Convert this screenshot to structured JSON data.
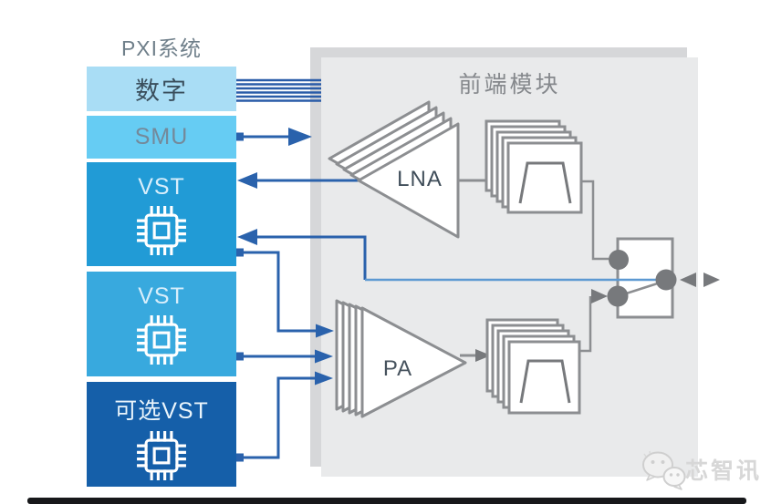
{
  "pxi_system": {
    "title": "PXI系统",
    "blocks": [
      {
        "id": "digital",
        "label": "数字",
        "bg": "#a9ddf5",
        "has_chip_icon": false
      },
      {
        "id": "smu",
        "label": "SMU",
        "bg": "#66ccf3",
        "has_chip_icon": false
      },
      {
        "id": "vst-1",
        "label": "VST",
        "bg": "#219bd6",
        "has_chip_icon": true
      },
      {
        "id": "vst-2",
        "label": "VST",
        "bg": "#38a9de",
        "has_chip_icon": true
      },
      {
        "id": "vst-optional",
        "label": "可选VST",
        "bg": "#155fa9",
        "has_chip_icon": true
      }
    ]
  },
  "frontend_module": {
    "title": "前端模块",
    "amplifiers": [
      {
        "id": "lna",
        "label": "LNA",
        "style": "stacked left-pointing amplifier triangles"
      },
      {
        "id": "pa",
        "label": "PA",
        "style": "stacked right-pointing amplifier triangles"
      }
    ],
    "filters": [
      {
        "id": "rx-filter",
        "style": "stacked band-pass filter squares"
      },
      {
        "id": "tx-filter",
        "style": "stacked band-pass filter squares"
      }
    ],
    "switch": {
      "id": "antenna-switch",
      "ports": 3,
      "bidirectional_port_arrow": true
    }
  },
  "connections": [
    {
      "from": "digital",
      "to": "frontend-module",
      "type": "multi-line digital bus"
    },
    {
      "from": "smu",
      "to": "frontend-module",
      "type": "right arrow"
    },
    {
      "from": "lna",
      "to": "vst-1",
      "type": "left arrow"
    },
    {
      "from": "antenna-switch",
      "to": "vst-1",
      "type": "left arrow via long blue line"
    },
    {
      "from": "vst-1",
      "to": "pa",
      "type": "right arrow"
    },
    {
      "from": "vst-2",
      "to": "pa",
      "type": "right arrow"
    },
    {
      "from": "vst-optional",
      "to": "pa",
      "type": "right arrow"
    },
    {
      "from": "lna",
      "to": "rx-filter",
      "type": "line"
    },
    {
      "from": "rx-filter",
      "to": "antenna-switch",
      "type": "line"
    },
    {
      "from": "pa",
      "to": "tx-filter",
      "type": "gray arrow"
    },
    {
      "from": "tx-filter",
      "to": "antenna-switch",
      "type": "gray arrow"
    },
    {
      "from": "antenna-switch",
      "to": "outside",
      "type": "double-headed arrow"
    }
  ],
  "watermark": {
    "text": "芯智讯",
    "logo": "wechat-bubbles-icon"
  },
  "colors": {
    "arrow_blue": "#2a62ac",
    "light_link_blue": "#5d99d2",
    "panel_bg": "#e9eaeb",
    "panel_shadow": "#d6d7d9",
    "shape_stroke": "#8c8e91",
    "shape_gray": "#77797c",
    "block_digital": "#a9ddf5",
    "block_smu": "#66ccf3",
    "block_vst1": "#219bd6",
    "block_vst2": "#38a9de",
    "block_vst_optional": "#155fa9",
    "bottom_bar": "#17181a"
  }
}
